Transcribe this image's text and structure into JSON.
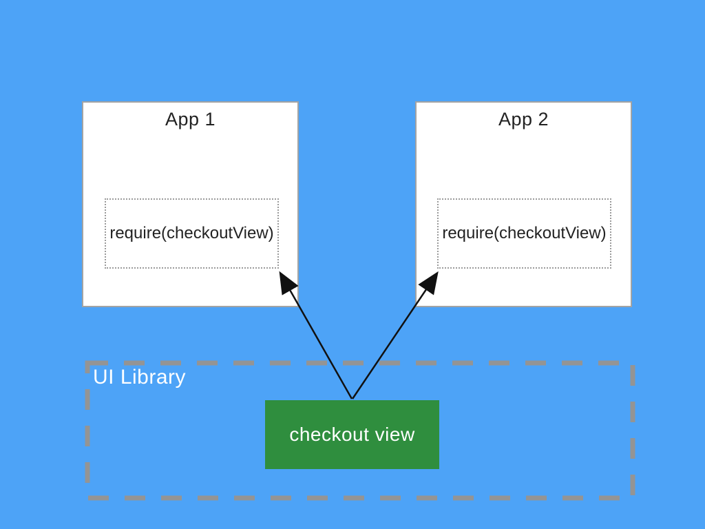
{
  "diagram": {
    "apps": [
      {
        "title": "App 1",
        "code_label": "require(checkoutView)"
      },
      {
        "title": "App 2",
        "code_label": "require(checkoutView)"
      }
    ],
    "library": {
      "label": "UI Library",
      "module_label": "checkout view"
    },
    "edges": [
      {
        "from": "checkout-view-module",
        "to": "app1-require-box",
        "style": "arrow"
      },
      {
        "from": "checkout-view-module",
        "to": "app2-require-box",
        "style": "arrow"
      }
    ],
    "colors": {
      "background_blue": "#4da3f7",
      "module_green": "#2f8e3e",
      "app_box_fill": "#ffffff",
      "app_box_border": "#a3a3a3",
      "dotted_border": "#9a9a9a",
      "library_dashed_border": "#949494",
      "arrow": "#111111",
      "text_dark": "#222222",
      "text_white": "#ffffff"
    }
  }
}
